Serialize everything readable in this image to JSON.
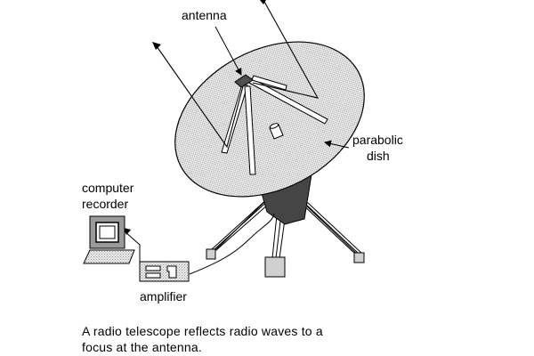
{
  "labels": {
    "antenna": "antenna",
    "parabolic": "parabolic",
    "dish": "dish",
    "computer": "computer",
    "recorder": "recorder",
    "amplifier": "amplifier"
  },
  "caption": {
    "line1": "A radio telescope reflects radio waves to a",
    "line2": "focus at the antenna."
  },
  "colors": {
    "dish_fill": "#d4d4d4",
    "mount_fill": "#454545",
    "line": "#000000",
    "background": "#ffffff"
  }
}
